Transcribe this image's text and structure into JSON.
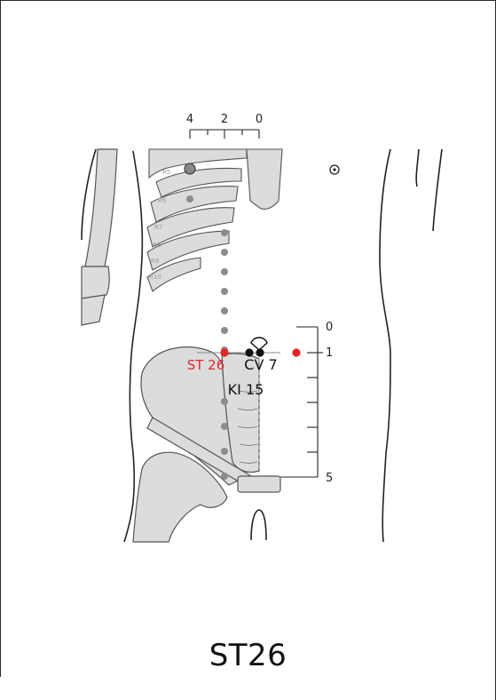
{
  "top_scale": {
    "labels": [
      "4",
      "2",
      "0"
    ]
  },
  "right_scale": {
    "labels": [
      "0",
      "1",
      "5"
    ]
  },
  "rib_labels": [
    "R5",
    "R6",
    "R7",
    "R8",
    "R9",
    "R10"
  ],
  "points": {
    "st26": {
      "label": "ST 26",
      "color": "#e8242b"
    },
    "cv7": {
      "label": "CV 7",
      "color": "#111111"
    },
    "ki15": {
      "label": "KI 15",
      "color": "#111111"
    }
  },
  "colors": {
    "bone_fill": "#dcdcdc",
    "bone_stroke": "#555555",
    "guide_dot": "#8c8c8c",
    "accent": "#e8242b"
  },
  "title": "ST26"
}
